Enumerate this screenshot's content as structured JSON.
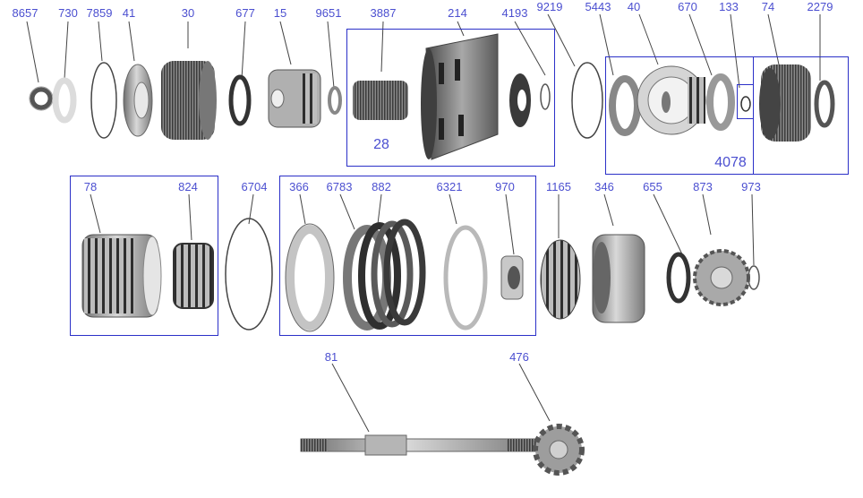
{
  "diagram": {
    "labels": {
      "l8657": "8657",
      "l730": "730",
      "l7859": "7859",
      "l41": "41",
      "l30": "30",
      "l677": "677",
      "l15": "15",
      "l9651": "9651",
      "l3887": "3887",
      "l214": "214",
      "l4193": "4193",
      "l9219": "9219",
      "l5443": "5443",
      "l40": "40",
      "l670": "670",
      "l133": "133",
      "l74": "74",
      "l2279": "2279",
      "l28": "28",
      "l4078": "4078",
      "l78": "78",
      "l824": "824",
      "l6704": "6704",
      "l366": "366",
      "l6783": "6783",
      "l882": "882",
      "l6321": "6321",
      "l970": "970",
      "l1165": "1165",
      "l346": "346",
      "l655": "655",
      "l873": "873",
      "l973": "973",
      "l81": "81",
      "l476": "476"
    },
    "colors": {
      "label": "#4b4fd0",
      "box": "#2b30c8",
      "leader": "#444444",
      "part_dark": "#555555",
      "part_mid": "#9a9a9a",
      "part_light": "#cfcfcf"
    }
  }
}
